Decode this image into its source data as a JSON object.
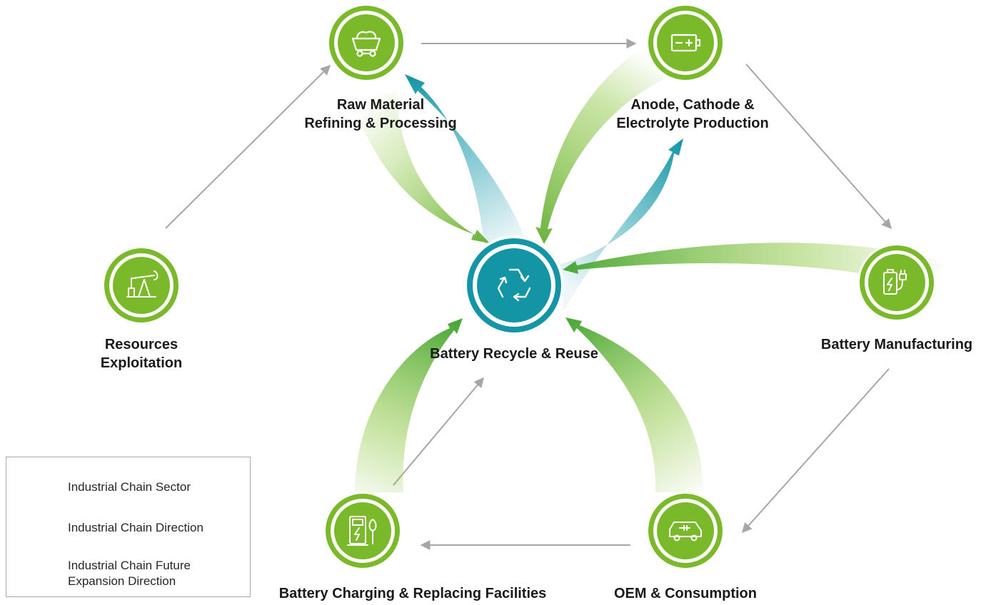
{
  "colors": {
    "sector_green": "#7ab929",
    "center_teal": "#1395a5",
    "chain_arrow_gray": "#a6a6a6",
    "expansion_green": "#6cb33f",
    "recycle_teal": "#2ba3b2"
  },
  "nodes": {
    "raw_material": {
      "line1": "Raw Material",
      "line2": "Refining & Processing",
      "icon": "mine-cart-icon"
    },
    "anode_cathode": {
      "line1": "Anode, Cathode &",
      "line2": "Electrolyte Production",
      "icon": "battery-icon"
    },
    "resources": {
      "line1": "Resources",
      "line2": "Exploitation",
      "icon": "oil-pump-icon"
    },
    "battery_manufacturing": {
      "line1": "Battery Manufacturing",
      "icon": "battery-plug-icon"
    },
    "center": {
      "line1": "Battery Recycle & Reuse",
      "icon": "recycle-icon"
    },
    "charging": {
      "line1": "Battery Charging & Replacing Facilities",
      "icon": "charging-station-icon"
    },
    "oem": {
      "line1": "OEM & Consumption",
      "icon": "electric-car-icon"
    }
  },
  "legend": {
    "sector": "Industrial Chain Sector",
    "direction": "Industrial Chain Direction",
    "future_line1": "Industrial Chain Future",
    "future_line2": "Expansion Direction"
  }
}
